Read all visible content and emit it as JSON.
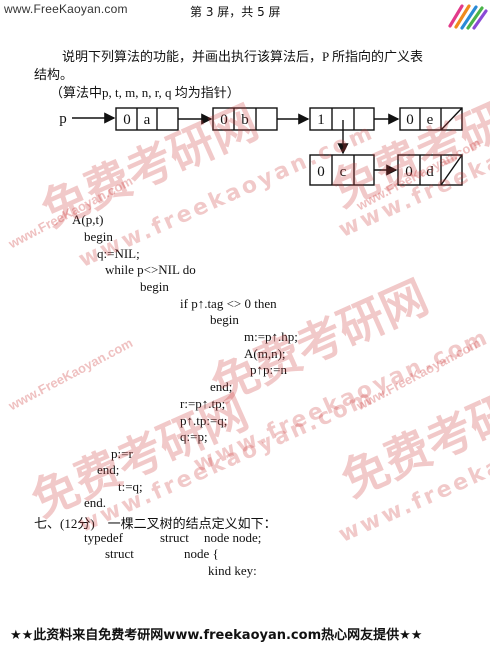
{
  "header": {
    "site": "www.FreeKaoyan.com",
    "page_indicator": "第 3 屏，共 5 屏"
  },
  "question": {
    "line1": "说明下列算法的功能，并画出执行该算法后，P 所指向的广义表",
    "line2": "结构。",
    "line3": "（算法中p, t, m, n, r, q 均为指针）"
  },
  "diagram": {
    "p_label": "p",
    "node1": [
      "0",
      "a"
    ],
    "node2": [
      "0",
      "b"
    ],
    "node3": [
      "1"
    ],
    "node4": [
      "0",
      "e"
    ],
    "node5": [
      "0",
      "c"
    ],
    "node6": [
      "0",
      "d"
    ]
  },
  "code": [
    "A(p,t)",
    "begin",
    "q:=NIL;",
    "while p<>NIL do",
    "begin",
    "if p↑.tag <> 0 then",
    "begin",
    "m:=p↑.hp;",
    "A(m,n);",
    "p↑p:=n",
    "end;",
    "r:=p↑.tp;",
    "p↑.tp:=q;",
    "q:=p;",
    "p:=r",
    "end;",
    "t:=q;",
    "end."
  ],
  "q7": {
    "title": "七、(12分)　一棵二叉树的结点定义如下：",
    "l1a": "typedef",
    "l1b": "struct",
    "l1c": "node node;",
    "l2a": "struct",
    "l2b": "node {",
    "l3": "kind key:"
  },
  "watermarks": {
    "cn": "免费考研网",
    "en": "www.freekaoyan.com",
    "url": "www.FreeKaoyan.com"
  },
  "footer": "★★此资料来自免费考研网www.freekaoyan.com热心网友提供★★"
}
